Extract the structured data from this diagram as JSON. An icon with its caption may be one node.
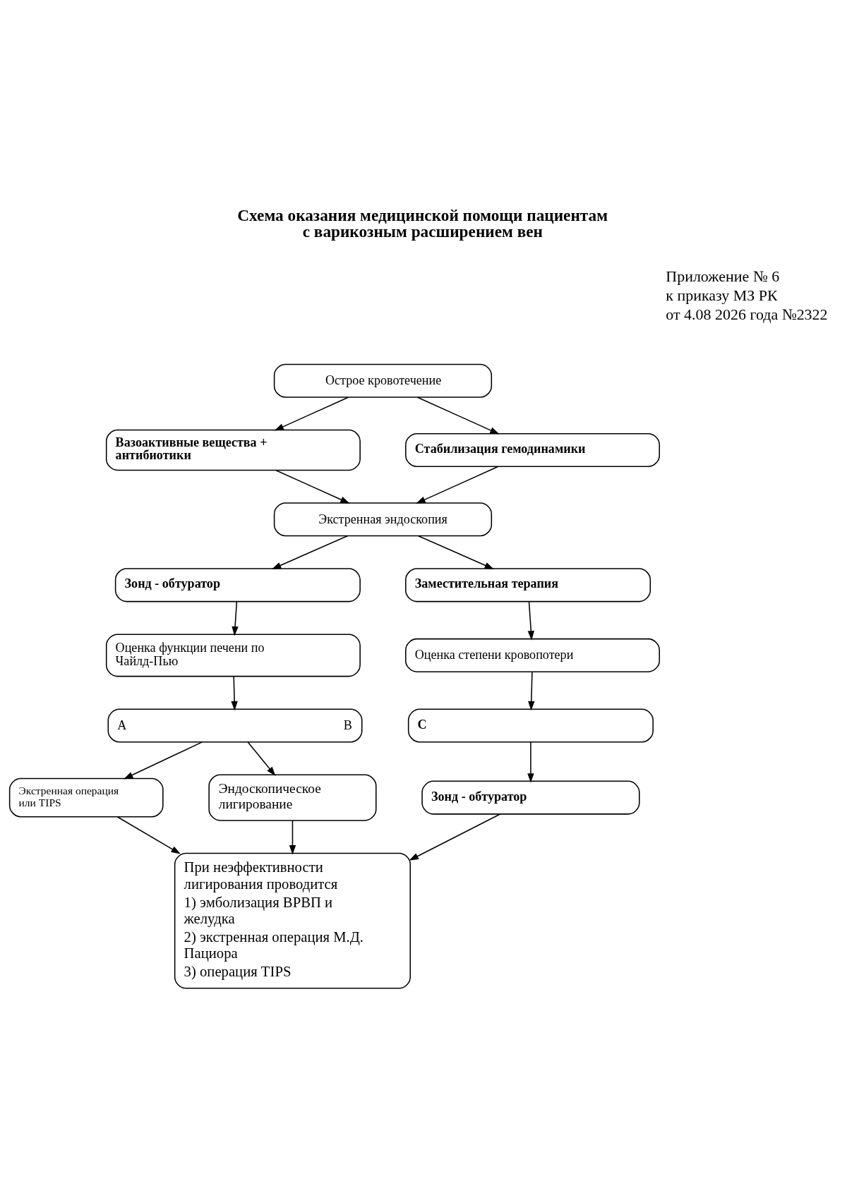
{
  "diagram": {
    "title": "Схема оказания медицинской помощи пациентам с варикозным расширением вен",
    "nodes": [
      {
        "text": [
          "Острое кровотечение"
        ]
      },
      {
        "text": [
          "Вазоактивные вещества + антибиотики"
        ]
      },
      {
        "text": [
          "Стабилизация гемодинамики"
        ]
      },
      {
        "text": [
          "Экстренная эндоскопия"
        ]
      },
      {
        "text": [
          "Зонд - обтуратор"
        ]
      },
      {
        "text": [
          "Заместительная терапия"
        ]
      },
      {
        "text": [
          "Оценка функции печени по Чайлд-Пью"
        ]
      },
      {
        "text": [
          "Оценка степени кровопотери"
        ]
      },
      {
        "text": [
          "A",
          "B"
        ]
      },
      {
        "text": [
          "C"
        ]
      },
      {
        "text": [
          "Экстренная операция или TIPS"
        ]
      },
      {
        "text": [
          "Эндоскопическое лигирование"
        ]
      },
      {
        "text": [
          "Зонд - обтуратор"
        ]
      },
      {
        "text": [
          "При неэффективности лигирования проводится",
          "1) эмболизация ВРВП и желудка",
          "2) экстренная операция М.Д. Пациора",
          "3) операция TIPS"
        ]
      }
    ],
    "edges": [
      {
        "from": 0,
        "to": 1,
        "arrow": "to"
      },
      {
        "from": 0,
        "to": 2,
        "arrow": "to"
      },
      {
        "from": 1,
        "to": 3,
        "arrow": "to"
      },
      {
        "from": 2,
        "to": 3,
        "arrow": "to"
      },
      {
        "from": 3,
        "to": 4,
        "arrow": "to"
      },
      {
        "from": 3,
        "to": 5,
        "arrow": "to"
      },
      {
        "from": 4,
        "to": 6,
        "arrow": "to"
      },
      {
        "from": 5,
        "to": 7,
        "arrow": "to"
      },
      {
        "from": 6,
        "to": 8,
        "arrow": "to"
      },
      {
        "from": 7,
        "to": 9,
        "arrow": "to"
      },
      {
        "from": 8,
        "to": 10,
        "arrow": "to"
      },
      {
        "from": 8,
        "to": 11,
        "arrow": "to"
      },
      {
        "from": 9,
        "to": 12,
        "arrow": "to"
      },
      {
        "from": 10,
        "to": 13,
        "arrow": "to"
      },
      {
        "from": 11,
        "to": 13,
        "arrow": "to"
      },
      {
        "from": 12,
        "to": 13,
        "arrow": "to"
      }
    ],
    "labels": [
      "Приложение № 6",
      "к приказу МЗ РК",
      "от 4.08 2026 года №2322"
    ]
  }
}
